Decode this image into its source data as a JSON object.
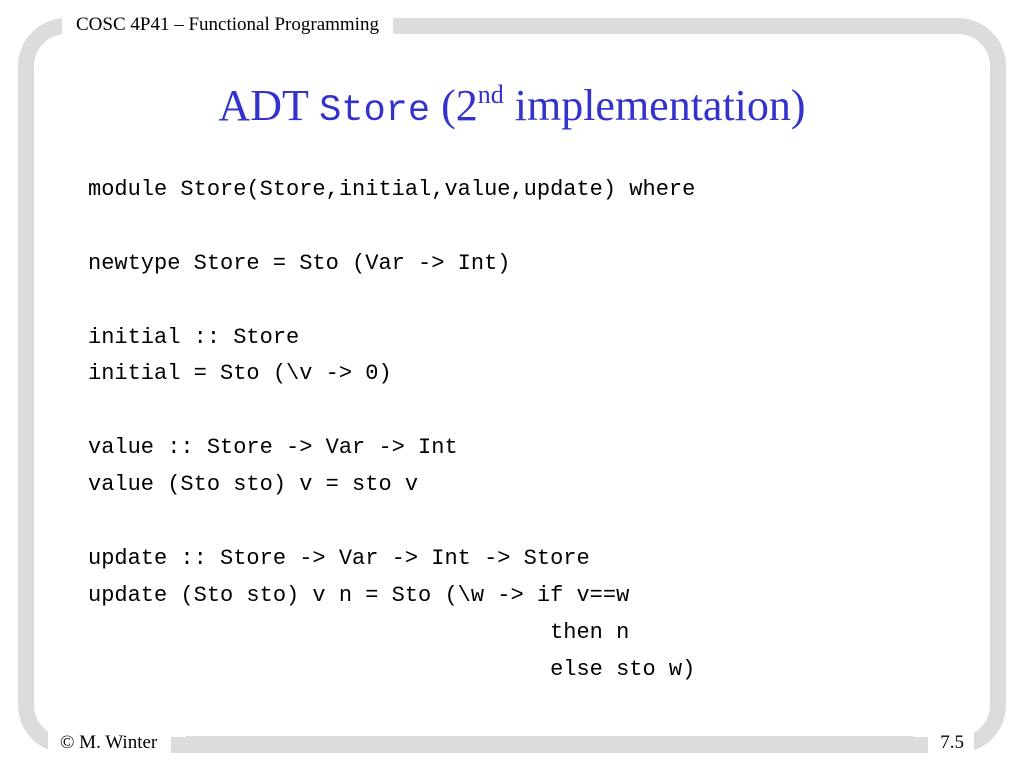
{
  "header": {
    "course": "COSC 4P41 – Functional Programming"
  },
  "title": {
    "prefix": "ADT",
    "code_word": "Store",
    "open": "(2",
    "superscript": "nd",
    "suffix": " implementation)"
  },
  "code_lines": [
    "module Store(Store,initial,value,update) where",
    "",
    "newtype Store = Sto (Var -> Int)",
    "",
    "initial :: Store",
    "initial = Sto (\\v -> 0)",
    "",
    "value :: Store -> Var -> Int",
    "value (Sto sto) v = sto v",
    "",
    "update :: Store -> Var -> Int -> Store",
    "update (Sto sto) v n = Sto (\\w -> if v==w",
    "                                   then n",
    "                                   else sto w)"
  ],
  "footer": {
    "author": "© M. Winter",
    "page": "7.5"
  },
  "colors": {
    "title": "#3333cc",
    "frame": "#dcdcdc"
  }
}
